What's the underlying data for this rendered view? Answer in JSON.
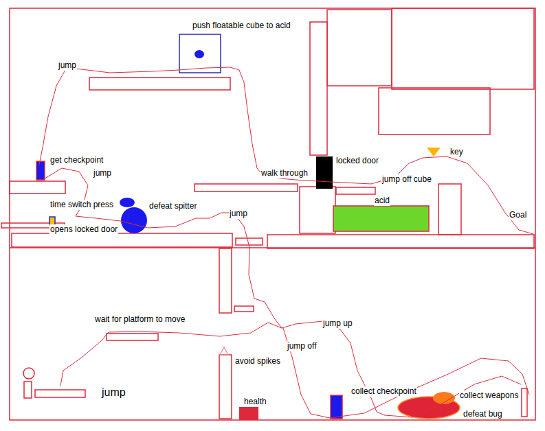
{
  "diagram": {
    "labels": [
      "push floatable cube to acid",
      "jump",
      "get checkpoint",
      "jump",
      "time switch press",
      "defeat spitter",
      "opens locked door",
      "jump",
      "walk through",
      "locked door",
      "jump off cube",
      "key",
      "acid",
      "Goal",
      "wait for platform to move",
      "jump up",
      "jump off",
      "jump",
      "avoid spikes",
      "health",
      "collect checkpoint",
      "collect weapons",
      "defeat bug"
    ]
  }
}
